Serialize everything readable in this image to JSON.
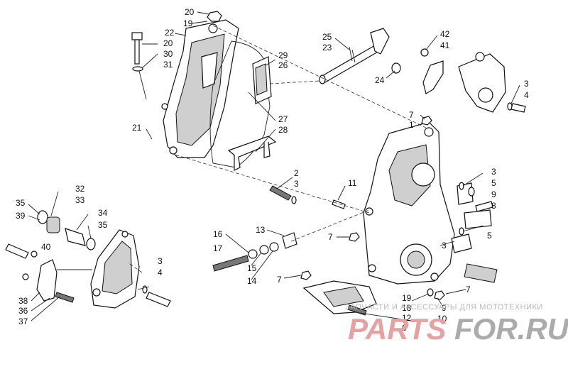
{
  "callouts": [
    {
      "id": "c20",
      "text": "20"
    },
    {
      "id": "c19a",
      "text": "19"
    },
    {
      "id": "c22",
      "text": "22"
    },
    {
      "id": "c20b",
      "text": "20"
    },
    {
      "id": "c30",
      "text": "30"
    },
    {
      "id": "c31",
      "text": "31"
    },
    {
      "id": "c25",
      "text": "25"
    },
    {
      "id": "c23",
      "text": "23"
    },
    {
      "id": "c24",
      "text": "24"
    },
    {
      "id": "c42",
      "text": "42"
    },
    {
      "id": "c41",
      "text": "41"
    },
    {
      "id": "c3a",
      "text": "3"
    },
    {
      "id": "c4a",
      "text": "4"
    },
    {
      "id": "c29",
      "text": "29"
    },
    {
      "id": "c26",
      "text": "26"
    },
    {
      "id": "c27",
      "text": "27"
    },
    {
      "id": "c28",
      "text": "28"
    },
    {
      "id": "c21",
      "text": "21"
    },
    {
      "id": "c7a",
      "text": "7"
    },
    {
      "id": "c1",
      "text": "1"
    },
    {
      "id": "c2",
      "text": "2"
    },
    {
      "id": "c3b",
      "text": "3"
    },
    {
      "id": "c11",
      "text": "11"
    },
    {
      "id": "c3c",
      "text": "3"
    },
    {
      "id": "c5a",
      "text": "5"
    },
    {
      "id": "c9a",
      "text": "9"
    },
    {
      "id": "c8",
      "text": "8"
    },
    {
      "id": "c5b",
      "text": "5"
    },
    {
      "id": "c32",
      "text": "32"
    },
    {
      "id": "c33",
      "text": "33"
    },
    {
      "id": "c35a",
      "text": "35"
    },
    {
      "id": "c39",
      "text": "39"
    },
    {
      "id": "c34",
      "text": "34"
    },
    {
      "id": "c35b",
      "text": "35"
    },
    {
      "id": "c40",
      "text": "40"
    },
    {
      "id": "c16",
      "text": "16"
    },
    {
      "id": "c17",
      "text": "17"
    },
    {
      "id": "c13",
      "text": "13"
    },
    {
      "id": "c15",
      "text": "15"
    },
    {
      "id": "c14",
      "text": "14"
    },
    {
      "id": "c7b",
      "text": "7"
    },
    {
      "id": "c3d",
      "text": "3"
    },
    {
      "id": "c7c",
      "text": "7"
    },
    {
      "id": "c7d",
      "text": "7"
    },
    {
      "id": "c3e",
      "text": "3"
    },
    {
      "id": "c4b",
      "text": "4"
    },
    {
      "id": "c38",
      "text": "38"
    },
    {
      "id": "c36",
      "text": "36"
    },
    {
      "id": "c37",
      "text": "37"
    },
    {
      "id": "c19b",
      "text": "19"
    },
    {
      "id": "c18",
      "text": "18"
    },
    {
      "id": "c12",
      "text": "12"
    },
    {
      "id": "c6",
      "text": "6"
    },
    {
      "id": "c9b",
      "text": "9"
    },
    {
      "id": "c10",
      "text": "10"
    }
  ],
  "watermark": {
    "subtitle": "ЗАПЧАСТИ И АКСЕССУАРЫ ДЛЯ МОТОТЕХНИКИ",
    "logo_left": "PARTS",
    "logo_right": "FOR.RU",
    "colors": {
      "left": "#e6a1a1",
      "right": "#ababab"
    }
  }
}
